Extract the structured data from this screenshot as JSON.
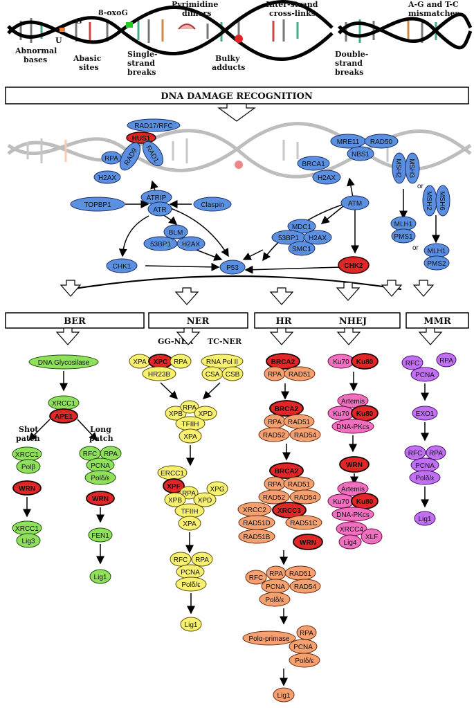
{
  "damage": {
    "abnormal_bases": "Abnormal bases",
    "abasic_sites": "Abasic sites",
    "oxog": "8-oxoG",
    "single_strand": "Single-strand breaks",
    "pyrimidine": "Pyrimidine dimers",
    "bulky": "Bulky adducts",
    "interstrand": "Inter-strand cross-links",
    "double_strand": "Double-strand breaks",
    "mismatches": "A-G and T-C mismatches",
    "base_g": "G",
    "base_u": "U"
  },
  "recognition": "DNA DAMAGE RECOGNITION",
  "signaling": {
    "rad17": "RAD17/RFC",
    "hus1": "HUS1",
    "rad9": "RAD9",
    "rad1": "RAD1",
    "rpa": "RPA",
    "h2ax": "H2AX",
    "topbp1": "TOPBP1",
    "atrip": "ATRIP",
    "atr": "ATR",
    "claspin": "Claspin",
    "blm": "BLM",
    "53bp1": "53BP1",
    "h2ax2": "H2AX",
    "chk1": "CHK1",
    "p53": "P53",
    "brca1": "BRCA1",
    "h2ax3": "H2AX",
    "atm": "ATM",
    "mre11": "MRE11",
    "rad50": "RAD50",
    "nbs1": "NBS1",
    "mdc1": "MDC1",
    "53bp1b": "53BP1",
    "h2ax4": "H2AX",
    "smc1": "SMC1",
    "chk2": "CHK2"
  },
  "mmr_sensors": {
    "msh2a": "MSH2",
    "msh3": "MSH3",
    "msh2b": "MSH2",
    "msh6": "MSH6",
    "or1": "or",
    "mlh1a": "MLH1",
    "pms1": "PMS1",
    "or2": "or",
    "mlh1b": "MLH1",
    "pms2": "PMS2"
  },
  "pathways": {
    "ber": "BER",
    "ner": "NER",
    "hr": "HR",
    "nhej": "NHEJ",
    "mmr": "MMR",
    "gg_ner": "GG-NER",
    "tc_ner": "TC-NER"
  },
  "ber": {
    "glycosylase": "DNA Glycosilase",
    "xrcc1": "XRCC1",
    "ape1": "APE1",
    "short_patch": "Shot patch",
    "long_patch": "Long patch",
    "sp_xrcc1": "XRCC1",
    "polb": "Polβ",
    "sp_wrn": "WRN",
    "sp_xrcc1b": "XRCC1",
    "lig3": "Lig3",
    "lp_rfc": "RFC",
    "lp_rpa": "RPA",
    "lp_pcna": "PCNA",
    "lp_pol": "Polδ/ε",
    "lp_wrn": "WRN",
    "fen1": "FEN1",
    "lig1": "Lig1"
  },
  "ner": {
    "xpa": "XPA",
    "xpc": "XPC",
    "rpa": "RPA",
    "hr23b": "HR23B",
    "rnapol": "RNA Pol II",
    "csa": "CSA",
    "csb": "CSB",
    "xpb": "XPB",
    "rpa2": "RPA",
    "xpd": "XPD",
    "tfiih": "TFIIH",
    "xpa2": "XPA",
    "ercc1": "ERCC1",
    "xpf": "XPF",
    "rpa3": "RPA",
    "xpg": "XPG",
    "xpb2": "XPB",
    "xpd2": "XPD",
    "tfiih2": "TFIIH",
    "xpa3": "XPA",
    "rfc": "RFC",
    "rpa4": "RPA",
    "pcna": "PCNA",
    "pol": "Polδ/ε",
    "lig1": "Lig1"
  },
  "hr": {
    "brca2a": "BRCA2",
    "rpa1": "RPA",
    "rad51a": "RAD51",
    "brca2b": "BRCA2",
    "rpa2": "RPA",
    "rad51b": "RAD51",
    "rad52a": "RAD52",
    "rad54a": "RAD54",
    "brca2c": "BRCA2",
    "rpa3": "RPA",
    "rad51c": "RAD51",
    "rad52b": "RAD52",
    "rad54b": "RAD54",
    "xrcc2": "XRCC2",
    "xrcc3": "XRCC3",
    "rad51d": "RAD51D",
    "rad51c2": "RAD51C",
    "rad51bb": "RAD51B",
    "wrn": "WRN",
    "rfc": "RFC",
    "rpa4": "RPA",
    "rad51e": "RAD51",
    "pcna": "PCNA",
    "rad54c": "RAD54",
    "pol": "Polδ/ε",
    "primase": "Polα-primase",
    "rpa5": "RPA",
    "pcna2": "PCNA",
    "pol2": "Polδ/ε",
    "lig1": "Lig1"
  },
  "nhej": {
    "ku70a": "Ku70",
    "ku80a": "Ku80",
    "artemis1": "Artemis",
    "ku70b": "Ku70",
    "ku80b": "Ku80",
    "dnapkcs1": "DNA-PKcs",
    "wrn": "WRN",
    "artemis2": "Artemis",
    "ku70c": "Ku70",
    "ku80c": "Ku80",
    "dnapkcs2": "DNA-PKcs",
    "xrcc4": "XRCC4",
    "xlf": "XLF",
    "lig4": "Lig4"
  },
  "mmr": {
    "rfc": "RFC",
    "rpa": "RPA",
    "pcna": "PCNA",
    "exo1": "EXO1",
    "rfc2": "RFC",
    "rpa2": "RPA",
    "pcna2": "PCNA",
    "pol": "Polδ/ε",
    "lig1": "Lig1"
  },
  "colors": {
    "sensors": "#5b8fe0",
    "key_factor": "#e02626",
    "ber": "#8fe05a",
    "ner": "#f8f070",
    "hr": "#f5a070",
    "nhej": "#f070c0",
    "mmr": "#c070f0"
  }
}
